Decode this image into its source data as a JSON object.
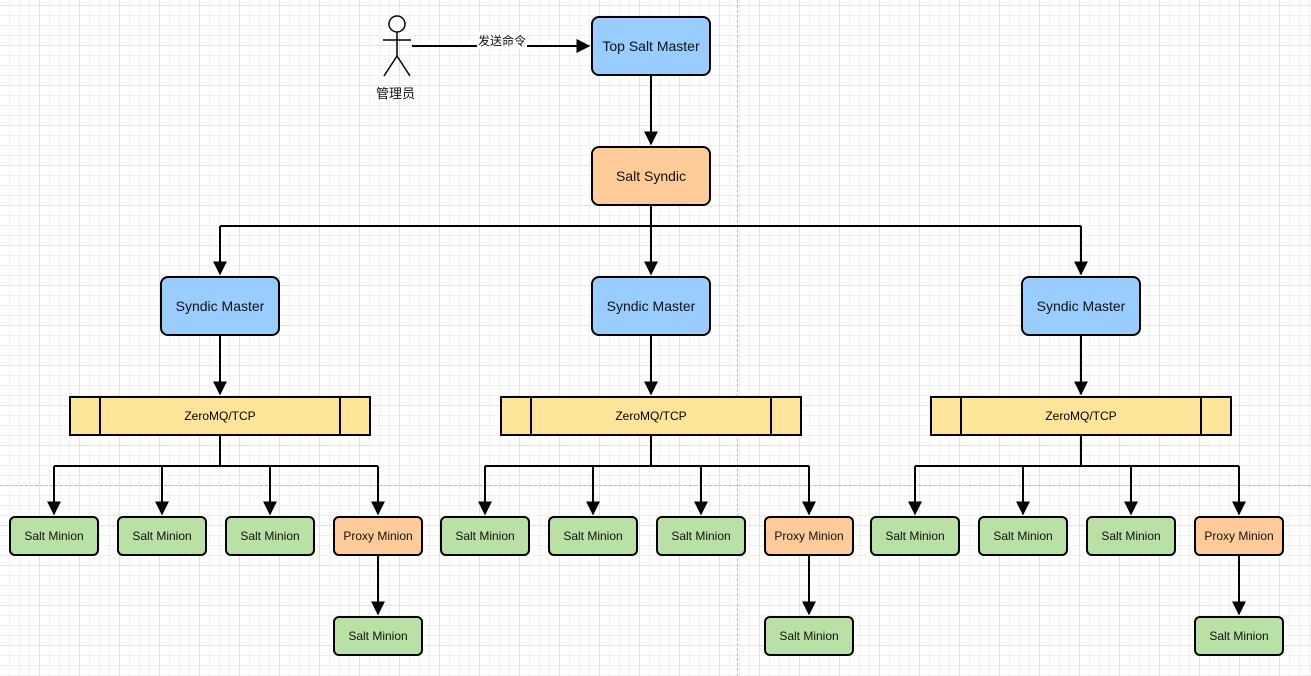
{
  "diagram": {
    "actor": {
      "label": "管理员"
    },
    "command_label": "发送命令",
    "top_master": {
      "label": "Top Salt Master"
    },
    "syndic": {
      "label": "Salt Syndic"
    },
    "branches": [
      {
        "syndic_master": "Syndic Master",
        "transport": "ZeroMQ/TCP",
        "minions": [
          "Salt Minion",
          "Salt Minion",
          "Salt Minion"
        ],
        "proxy": "Proxy Minion",
        "proxy_child": "Salt Minion"
      },
      {
        "syndic_master": "Syndic Master",
        "transport": "ZeroMQ/TCP",
        "minions": [
          "Salt Minion",
          "Salt Minion",
          "Salt Minion"
        ],
        "proxy": "Proxy Minion",
        "proxy_child": "Salt Minion"
      },
      {
        "syndic_master": "Syndic Master",
        "transport": "ZeroMQ/TCP",
        "minions": [
          "Salt Minion",
          "Salt Minion",
          "Salt Minion"
        ],
        "proxy": "Proxy Minion",
        "proxy_child": "Salt Minion"
      }
    ],
    "colors": {
      "master": "#99ccff",
      "syndic": "#ffcc99",
      "transport": "#ffe599",
      "minion": "#b9e0a5",
      "proxy": "#ffcc99"
    }
  }
}
